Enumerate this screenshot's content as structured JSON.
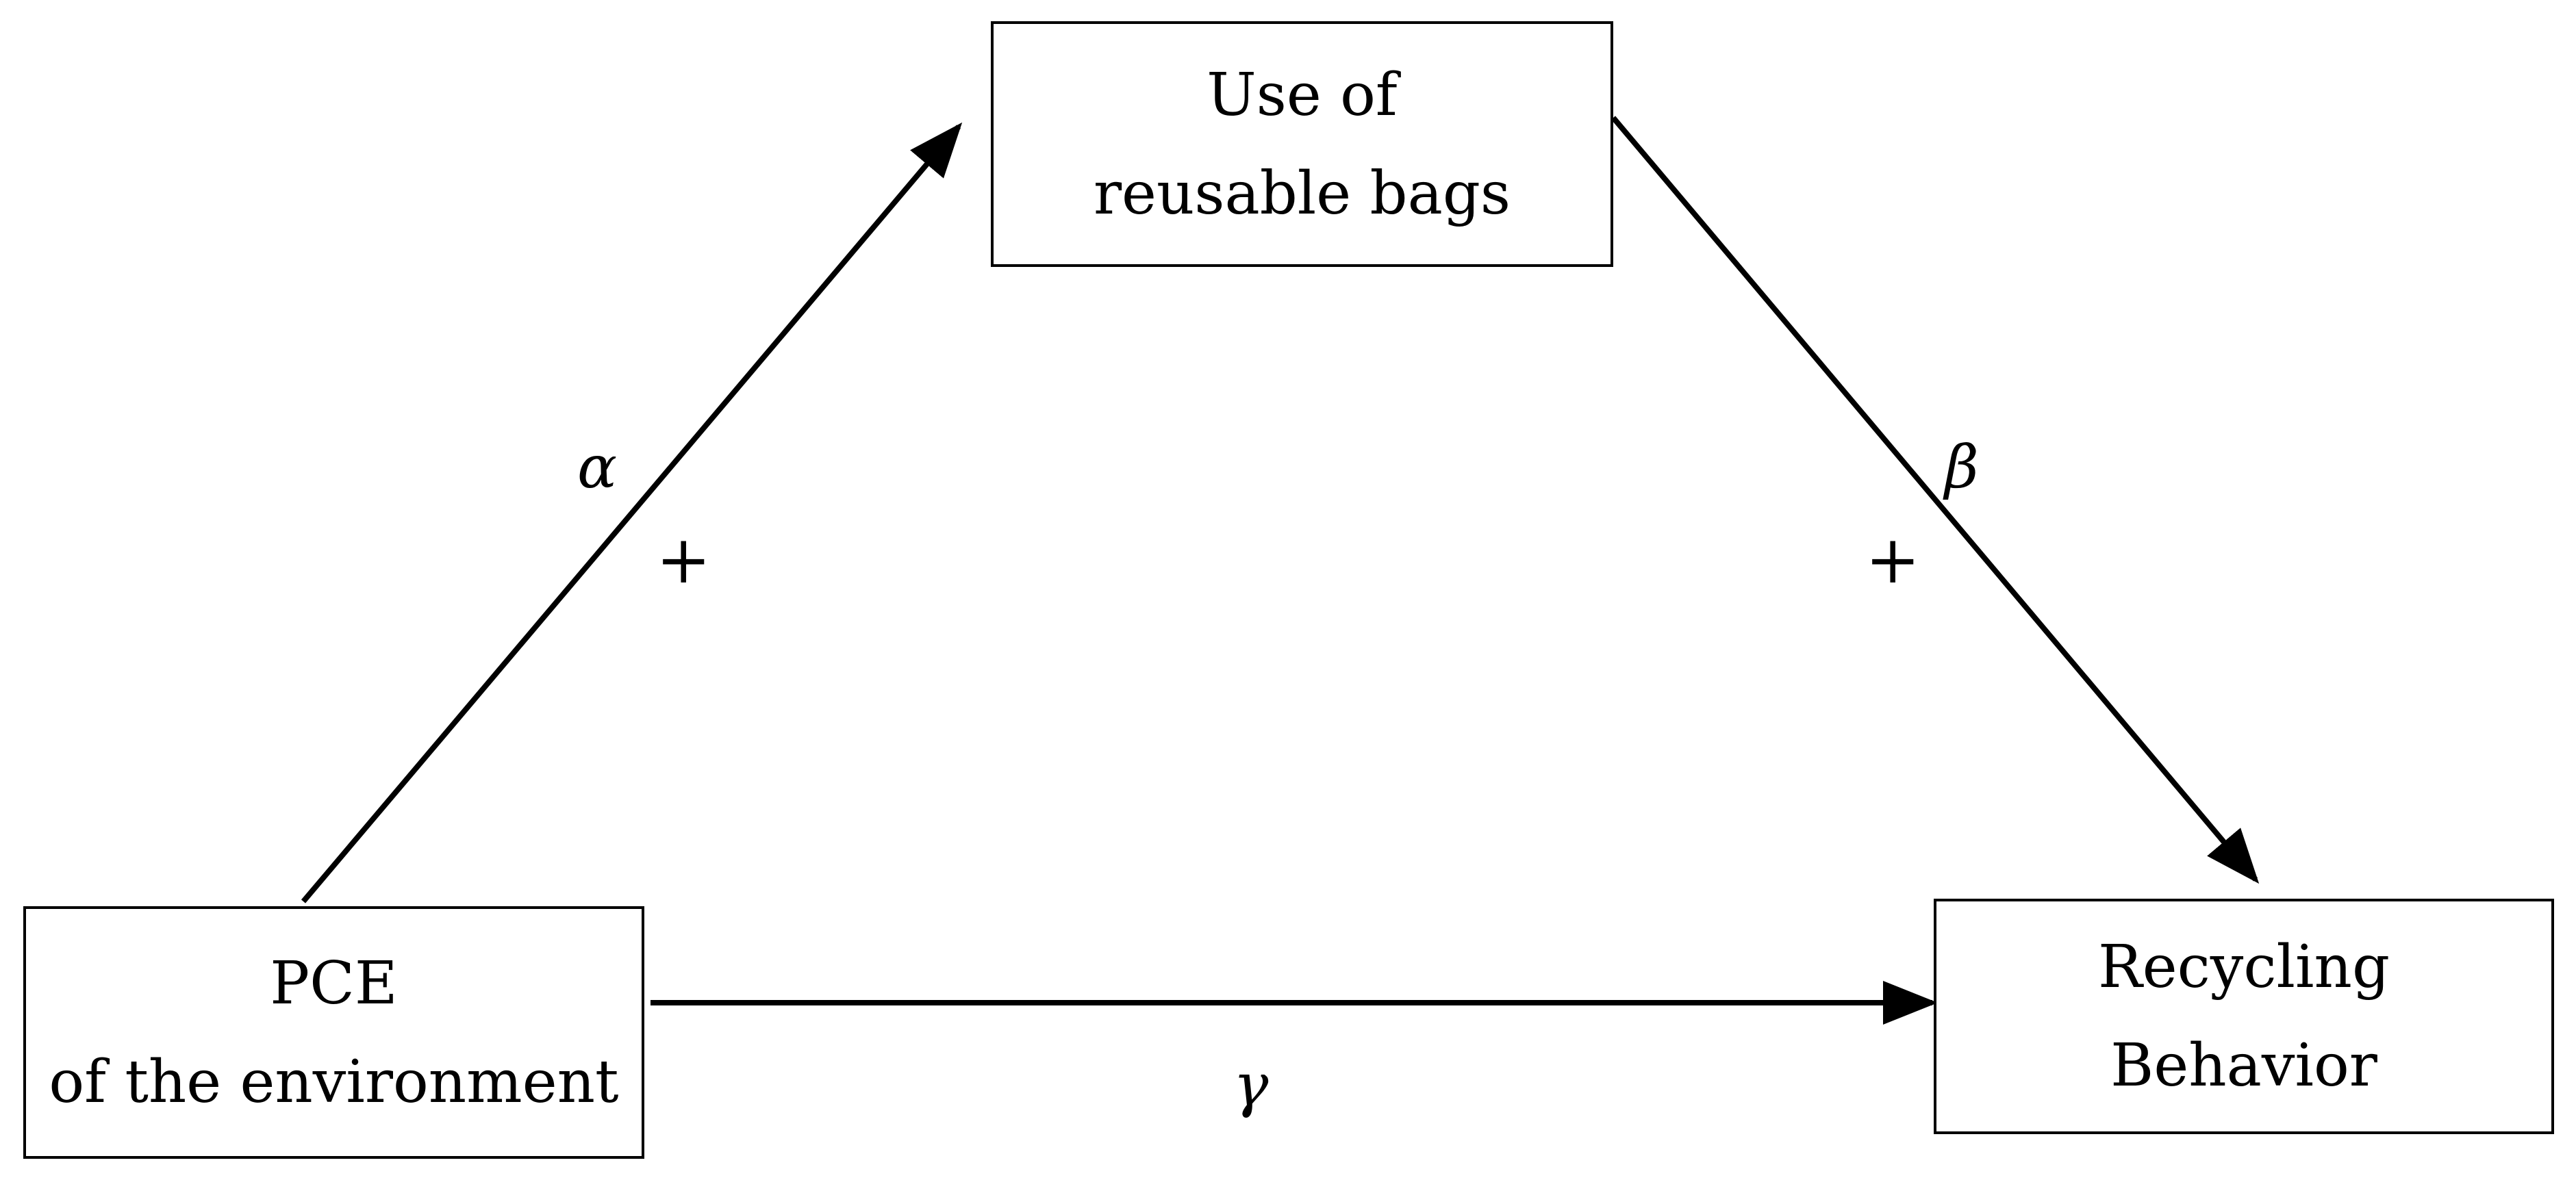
{
  "nodes": {
    "mediator": {
      "line1": "Use of",
      "line2": "reusable bags"
    },
    "predictor": {
      "line1": "PCE",
      "line2": "of the environment"
    },
    "outcome": {
      "line1": "Recycling",
      "line2": "Behavior"
    }
  },
  "paths": {
    "alpha": {
      "symbol": "α",
      "sign": "+"
    },
    "beta": {
      "symbol": "β",
      "sign": "+"
    },
    "gamma": {
      "symbol": "γ"
    }
  },
  "colors": {
    "stroke": "#000000",
    "background": "#ffffff"
  }
}
